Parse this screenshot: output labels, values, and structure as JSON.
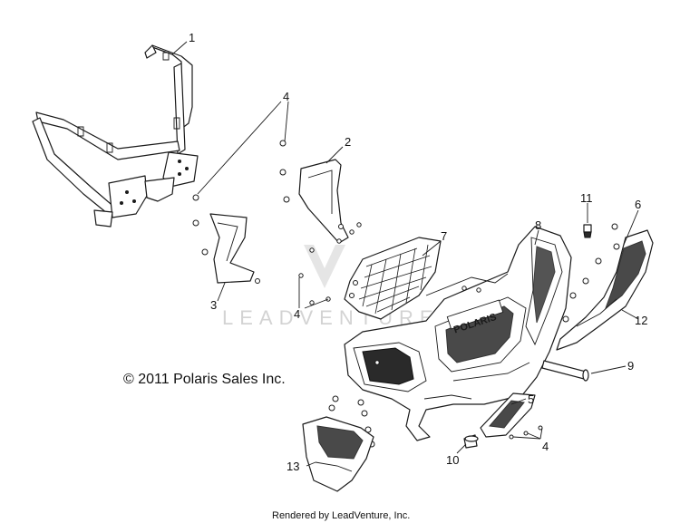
{
  "diagram": {
    "callouts": [
      {
        "id": "1",
        "label": "1"
      },
      {
        "id": "2",
        "label": "2"
      },
      {
        "id": "3",
        "label": "3"
      },
      {
        "id": "4a",
        "label": "4"
      },
      {
        "id": "4b",
        "label": "4"
      },
      {
        "id": "4c",
        "label": "4"
      },
      {
        "id": "5",
        "label": "5"
      },
      {
        "id": "6",
        "label": "6"
      },
      {
        "id": "7",
        "label": "7"
      },
      {
        "id": "8",
        "label": "8"
      },
      {
        "id": "9",
        "label": "9"
      },
      {
        "id": "10",
        "label": "10"
      },
      {
        "id": "11",
        "label": "11"
      },
      {
        "id": "12",
        "label": "12"
      },
      {
        "id": "13",
        "label": "13"
      }
    ],
    "copyright": "© 2011 Polaris Sales Inc.",
    "footer": "Rendered by LeadVenture, Inc.",
    "watermark": "LEADVENTURE",
    "bumper_brand": "POLARIS"
  }
}
